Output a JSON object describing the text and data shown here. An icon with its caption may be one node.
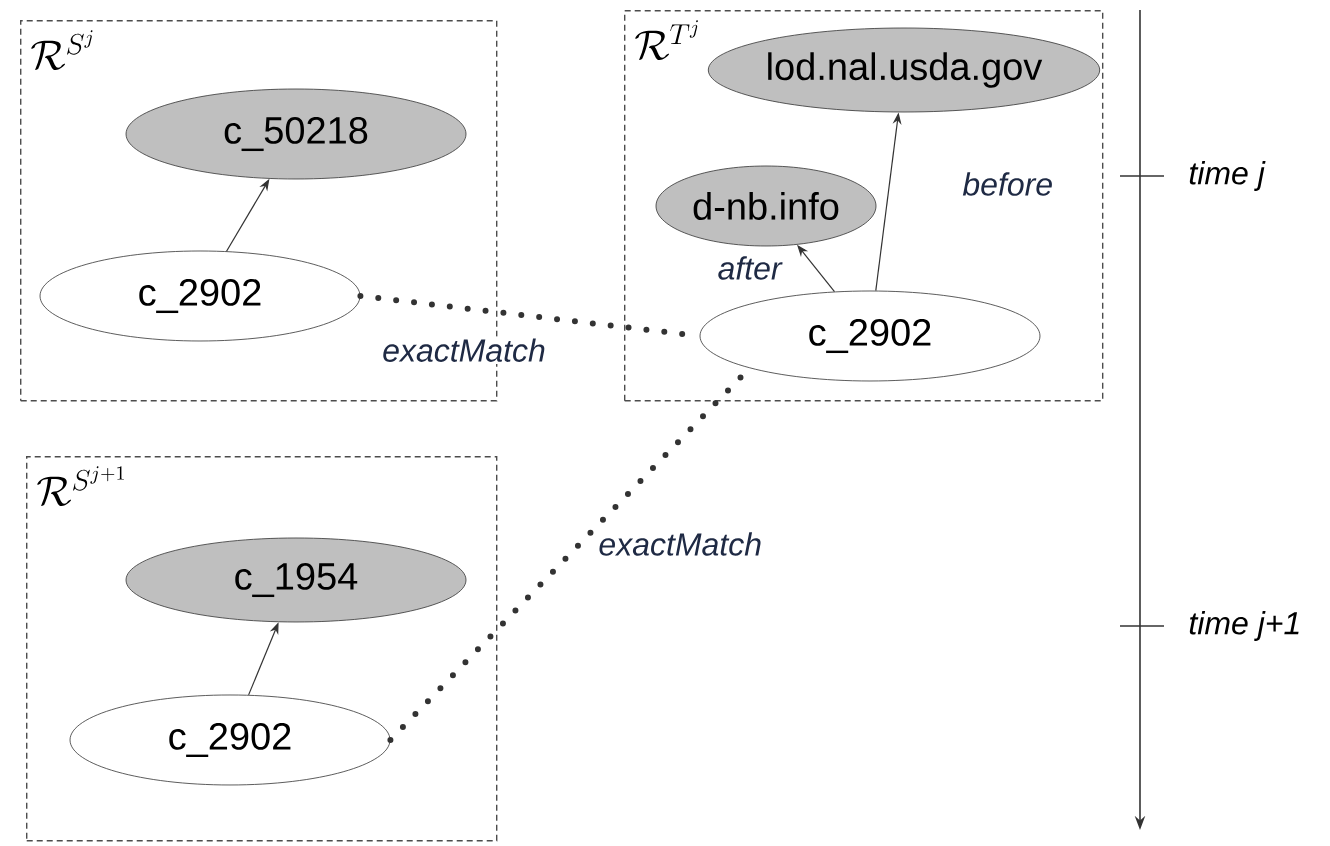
{
  "diagram": {
    "nodes": [
      {
        "text": [
          "\\mathcal{R}^{S^j}"
        ]
      },
      {
        "text": [
          "c_50218"
        ],
        "in": 0
      },
      {
        "text": [
          "c_2902"
        ],
        "in": 0
      },
      {
        "text": [
          "\\mathcal{R}^{T^j}"
        ]
      },
      {
        "text": [
          "lod.nal.usda.gov"
        ],
        "in": 3
      },
      {
        "text": [
          "d-nb.info"
        ],
        "in": 3
      },
      {
        "text": [
          "c_2902"
        ],
        "in": 3
      },
      {
        "text": [
          "\\mathcal{R}^{S^{j+1}}"
        ]
      },
      {
        "text": [
          "c_1954"
        ],
        "in": 7
      },
      {
        "text": [
          "c_2902"
        ],
        "in": 7
      }
    ],
    "edges": [
      {
        "from": 2,
        "to": 1,
        "arrow": "to"
      },
      {
        "from": 2,
        "to": 6,
        "arrow": "none",
        "label": "exactMatch",
        "style": "dashed"
      },
      {
        "from": 6,
        "to": 5,
        "arrow": "to",
        "label": "after"
      },
      {
        "from": 6,
        "to": 4,
        "arrow": "to",
        "label": "before"
      },
      {
        "from": 9,
        "to": 8,
        "arrow": "to"
      },
      {
        "from": 9,
        "to": 6,
        "arrow": "none",
        "label": "exactMatch",
        "style": "dashed"
      }
    ],
    "labels": [
      "time j",
      "time j+1"
    ]
  }
}
